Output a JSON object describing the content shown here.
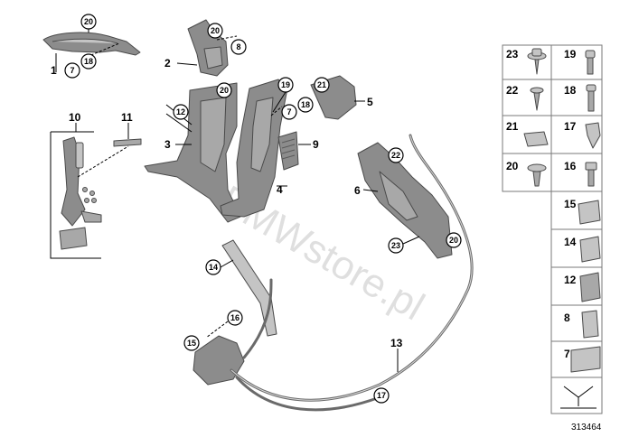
{
  "callouts": {
    "c20a": "20",
    "c18a": "18",
    "c7a": "7",
    "c20b": "20",
    "c8": "8",
    "c20c": "20",
    "c12": "12",
    "c19": "19",
    "c7b": "7",
    "c18b": "18",
    "c21": "21",
    "c22": "22",
    "c23": "23",
    "c20d": "20",
    "c14": "14",
    "c16": "16",
    "c15": "15",
    "c17": "17"
  },
  "labels": {
    "l1": "1",
    "l2": "2",
    "l3": "3",
    "l4": "4",
    "l5": "5",
    "l6": "6",
    "l9": "9",
    "l10": "10",
    "l11": "11",
    "l13": "13"
  },
  "legend": [
    "23",
    "19",
    "22",
    "18",
    "21",
    "17",
    "20",
    "16",
    "15",
    "14",
    "12",
    "8",
    "7"
  ],
  "figure_number": "313464",
  "watermark": "BMWstore.pl",
  "icons": {
    "fasteners": [
      "screw-with-washer-icon",
      "bolt-icon",
      "self-tapping-screw-icon",
      "long-bolt-icon",
      "u-nut-icon",
      "spreader-clip-icon",
      "expanding-rivet-icon",
      "hex-bolt-icon",
      "spring-nut-icon",
      "clip-nut-icon",
      "bracket-nut-icon",
      "plastic-clip-icon",
      "airbag-badge-icon"
    ],
    "symbol": "assembly-symbol-icon"
  },
  "colors": {
    "part_fill": "#8c8c8c",
    "outline": "#4a4a4a",
    "background": "#ffffff"
  }
}
